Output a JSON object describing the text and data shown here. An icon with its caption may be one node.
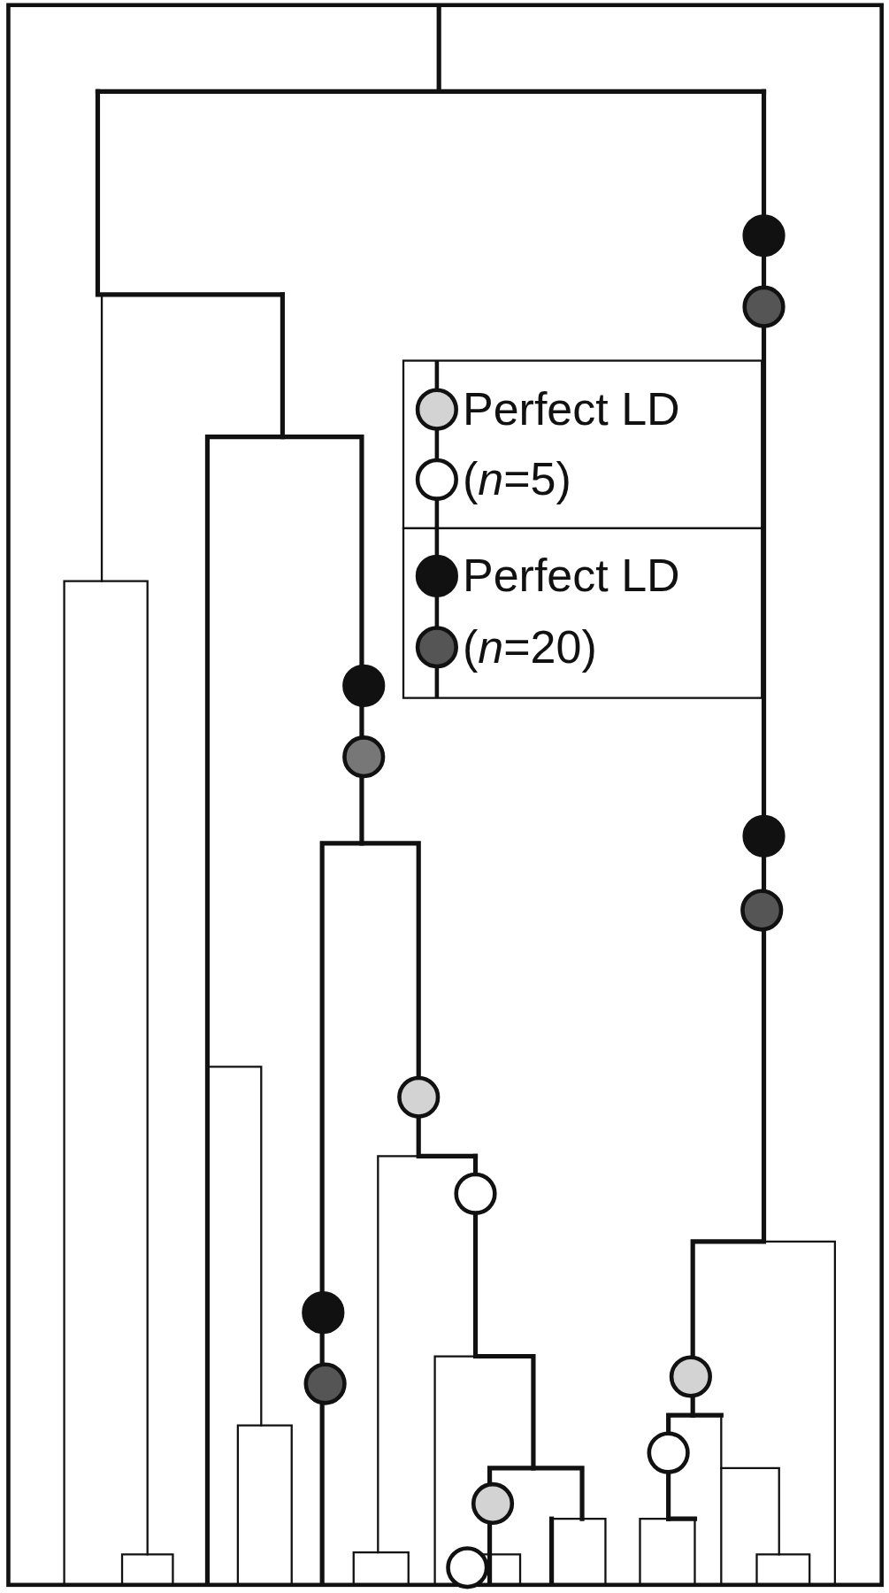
{
  "diagram": {
    "legend": [
      {
        "text": "Perfect LD"
      },
      {
        "text": "(*n*=5)"
      },
      {
        "text": "Perfect LD"
      },
      {
        "text": "(*n*=20)"
      }
    ]
  }
}
